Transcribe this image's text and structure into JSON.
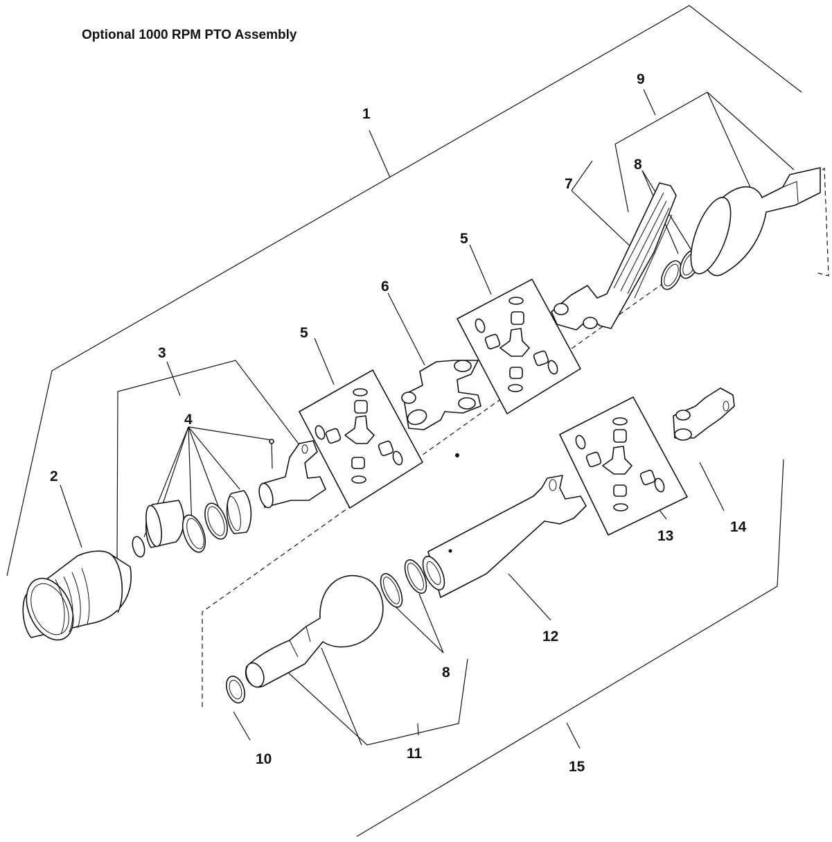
{
  "title": "Optional 1000 RPM PTO Assembly",
  "callouts": {
    "c1": "1",
    "c2": "2",
    "c3": "3",
    "c4": "4",
    "c5a": "5",
    "c5b": "5",
    "c6": "6",
    "c7": "7",
    "c8a": "8",
    "c8b": "8",
    "c9": "9",
    "c10": "10",
    "c11": "11",
    "c12": "12",
    "c13": "13",
    "c14": "14",
    "c15": "15"
  }
}
